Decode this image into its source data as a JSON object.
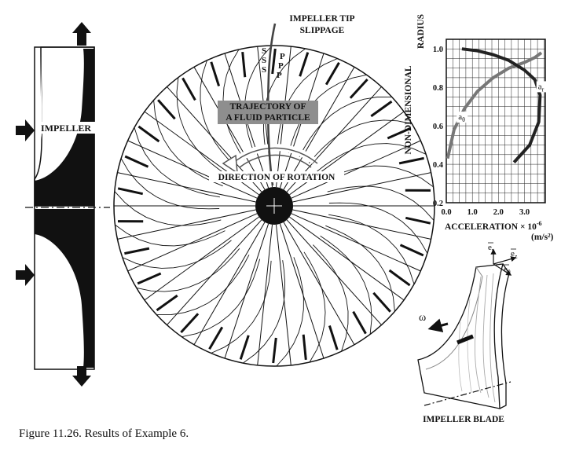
{
  "labels": {
    "impeller": "IMPELLER",
    "tip_line1": "IMPELLER TIP",
    "tip_line2": "SLIPPAGE",
    "s_marks": [
      "S",
      "S",
      "S"
    ],
    "p_marks": [
      "P",
      "P",
      "P"
    ],
    "trajectory_line1": "TRAJECTORY OF",
    "trajectory_line2": "A FLUID PARTICLE",
    "direction": "DIRECTION OF ROTATION",
    "blade": "IMPELLER BLADE",
    "omega": "ω",
    "e_r": "e",
    "e_r_sub": "r",
    "e_z": "e",
    "e_z_sub": "z",
    "e_theta": "e",
    "e_theta_sub": "θ"
  },
  "chart_data": {
    "type": "line",
    "ylabel_line1": "NON-DIMENSIONAL",
    "ylabel_line2": "RADIUS",
    "xlabel": "ACCELERATION × 10",
    "xlabel_exp": "-6",
    "xunit": "(m/s²)",
    "xlim": [
      0.0,
      3.8
    ],
    "ylim": [
      0.2,
      1.05
    ],
    "xticks": [
      "0.0",
      "1.0",
      "2.0",
      "3.0"
    ],
    "xtick_values": [
      0.0,
      1.0,
      2.0,
      3.0
    ],
    "yticks": [
      "0.2",
      "0.4",
      "0.6",
      "0.8",
      "1.0"
    ],
    "ytick_values": [
      0.2,
      0.4,
      0.6,
      0.8,
      1.0
    ],
    "grid": true,
    "series": [
      {
        "name": "aθ",
        "label_main": "a",
        "label_sub": "θ",
        "color": "#777777",
        "x": [
          0.05,
          0.3,
          0.7,
          1.2,
          1.8,
          2.4,
          3.0,
          3.4,
          3.65
        ],
        "y": [
          0.43,
          0.58,
          0.69,
          0.78,
          0.85,
          0.9,
          0.93,
          0.955,
          0.98
        ]
      },
      {
        "name": "ar",
        "label_main": "a",
        "label_sub": "r",
        "color": "#222222",
        "x": [
          0.6,
          1.2,
          1.8,
          2.4,
          3.0,
          3.4,
          3.6,
          3.55,
          3.2,
          2.6
        ],
        "y": [
          1.0,
          0.99,
          0.97,
          0.94,
          0.89,
          0.84,
          0.76,
          0.62,
          0.5,
          0.41
        ]
      }
    ]
  },
  "caption": "Figure 11.26.  Results of Example 6."
}
